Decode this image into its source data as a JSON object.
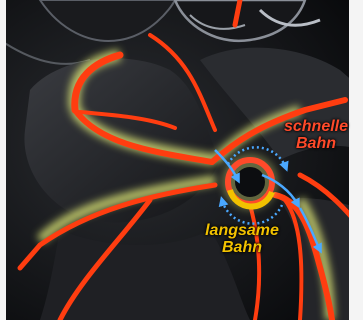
{
  "labels": {
    "fast_line1": "schnelle",
    "fast_line2": "Bahn",
    "slow_line1": "langsame",
    "slow_line2": "Bahn"
  },
  "colors": {
    "background": "#0c0d10",
    "tissue": "#26282c",
    "conduction_path": "#ff3d10",
    "glow": "#e6f07a",
    "fast_pathway": "#ff4a2a",
    "slow_pathway": "#f2c200",
    "circuit_arrow": "#4aa8ff"
  },
  "icons": [
    "re-entry-circuit-arrow-icon",
    "av-node-ring-icon"
  ]
}
